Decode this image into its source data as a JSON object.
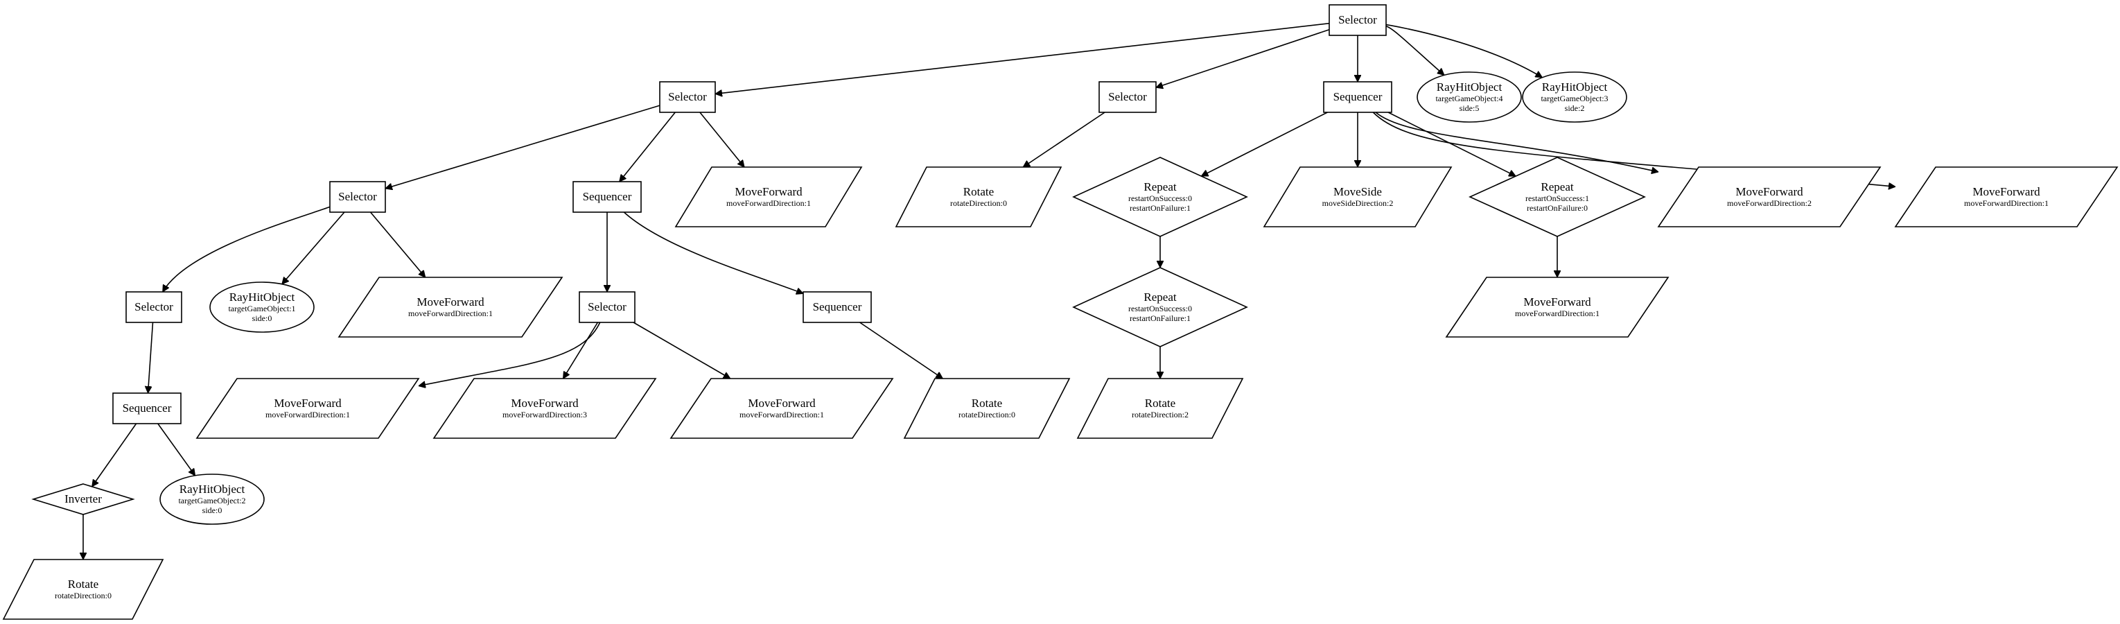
{
  "diagram": {
    "nodes": [
      {
        "id": "n1",
        "label": "Selector",
        "params": []
      },
      {
        "id": "n2",
        "label": "Selector",
        "params": []
      },
      {
        "id": "n3",
        "label": "Selector",
        "params": []
      },
      {
        "id": "n4",
        "label": "Sequencer",
        "params": []
      },
      {
        "id": "n5",
        "label": "RayHitObject",
        "params": [
          "targetGameObject:4",
          "side:5"
        ]
      },
      {
        "id": "n6",
        "label": "RayHitObject",
        "params": [
          "targetGameObject:3",
          "side:2"
        ]
      },
      {
        "id": "n7",
        "label": "Selector",
        "params": []
      },
      {
        "id": "n8",
        "label": "Sequencer",
        "params": []
      },
      {
        "id": "n9",
        "label": "MoveForward",
        "params": [
          "moveForwardDirection:1"
        ]
      },
      {
        "id": "n10",
        "label": "Rotate",
        "params": [
          "rotateDirection:0"
        ]
      },
      {
        "id": "n11",
        "label": "Repeat",
        "params": [
          "restartOnSuccess:0",
          "restartOnFailure:1"
        ]
      },
      {
        "id": "n12",
        "label": "MoveSide",
        "params": [
          "moveSideDirection:2"
        ]
      },
      {
        "id": "n13",
        "label": "Repeat",
        "params": [
          "restartOnSuccess:1",
          "restartOnFailure:0"
        ]
      },
      {
        "id": "n14",
        "label": "MoveForward",
        "params": [
          "moveForwardDirection:2"
        ]
      },
      {
        "id": "n15",
        "label": "MoveForward",
        "params": [
          "moveForwardDirection:1"
        ]
      },
      {
        "id": "n16",
        "label": "Selector",
        "params": []
      },
      {
        "id": "n17",
        "label": "RayHitObject",
        "params": [
          "targetGameObject:1",
          "side:0"
        ]
      },
      {
        "id": "n18",
        "label": "MoveForward",
        "params": [
          "moveForwardDirection:1"
        ]
      },
      {
        "id": "n19",
        "label": "Selector",
        "params": []
      },
      {
        "id": "n20",
        "label": "Sequencer",
        "params": []
      },
      {
        "id": "n21",
        "label": "Repeat",
        "params": [
          "restartOnSuccess:0",
          "restartOnFailure:1"
        ]
      },
      {
        "id": "n22",
        "label": "MoveForward",
        "params": [
          "moveForwardDirection:1"
        ]
      },
      {
        "id": "n23",
        "label": "Sequencer",
        "params": []
      },
      {
        "id": "n24",
        "label": "MoveForward",
        "params": [
          "moveForwardDirection:1"
        ]
      },
      {
        "id": "n25",
        "label": "MoveForward",
        "params": [
          "moveForwardDirection:3"
        ]
      },
      {
        "id": "n26",
        "label": "MoveForward",
        "params": [
          "moveForwardDirection:1"
        ]
      },
      {
        "id": "n27",
        "label": "Rotate",
        "params": [
          "rotateDirection:0"
        ]
      },
      {
        "id": "n28",
        "label": "Rotate",
        "params": [
          "rotateDirection:2"
        ]
      },
      {
        "id": "n29",
        "label": "Inverter",
        "params": []
      },
      {
        "id": "n30",
        "label": "RayHitObject",
        "params": [
          "targetGameObject:2",
          "side:0"
        ]
      },
      {
        "id": "n31",
        "label": "Rotate",
        "params": [
          "rotateDirection:0"
        ]
      }
    ],
    "edges": [
      {
        "from": "n1",
        "to": "n2"
      },
      {
        "from": "n1",
        "to": "n3"
      },
      {
        "from": "n1",
        "to": "n4"
      },
      {
        "from": "n1",
        "to": "n5"
      },
      {
        "from": "n1",
        "to": "n6"
      },
      {
        "from": "n2",
        "to": "n7"
      },
      {
        "from": "n2",
        "to": "n8"
      },
      {
        "from": "n2",
        "to": "n9"
      },
      {
        "from": "n3",
        "to": "n10"
      },
      {
        "from": "n4",
        "to": "n11"
      },
      {
        "from": "n4",
        "to": "n12"
      },
      {
        "from": "n4",
        "to": "n13"
      },
      {
        "from": "n4",
        "to": "n14"
      },
      {
        "from": "n4",
        "to": "n15"
      },
      {
        "from": "n7",
        "to": "n16"
      },
      {
        "from": "n7",
        "to": "n17"
      },
      {
        "from": "n7",
        "to": "n18"
      },
      {
        "from": "n8",
        "to": "n19"
      },
      {
        "from": "n8",
        "to": "n20"
      },
      {
        "from": "n11",
        "to": "n21"
      },
      {
        "from": "n13",
        "to": "n22"
      },
      {
        "from": "n16",
        "to": "n23"
      },
      {
        "from": "n19",
        "to": "n24"
      },
      {
        "from": "n19",
        "to": "n25"
      },
      {
        "from": "n19",
        "to": "n26"
      },
      {
        "from": "n20",
        "to": "n27"
      },
      {
        "from": "n21",
        "to": "n28"
      },
      {
        "from": "n23",
        "to": "n29"
      },
      {
        "from": "n23",
        "to": "n30"
      },
      {
        "from": "n29",
        "to": "n31"
      }
    ]
  }
}
